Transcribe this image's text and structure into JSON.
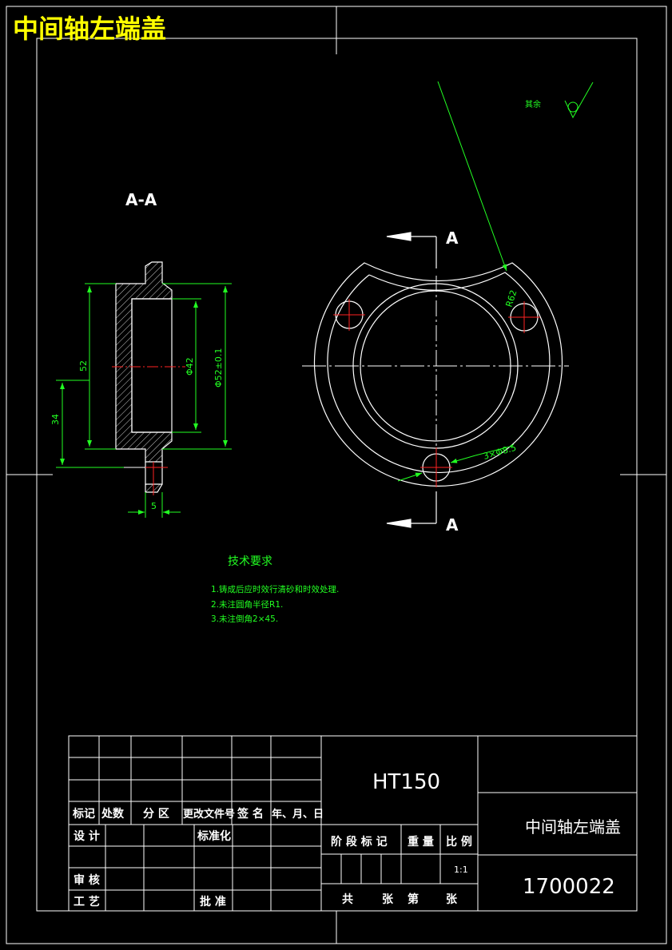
{
  "title": "中间轴左端盖",
  "section_label": "A-A",
  "cut_label_top": "A",
  "cut_label_bottom": "A",
  "surface_note": "其余",
  "dimensions": {
    "d52": "52",
    "d34": "34",
    "phi42": "Φ42",
    "phi52": "Φ52±0.1",
    "w5": "5",
    "r62": "R62",
    "holes": "3×Φ8.5"
  },
  "tech": {
    "heading": "技术要求",
    "lines": [
      "1.铸成后应时效行清砂和时效处理.",
      "2.未注圆角半径R1.",
      "3.未注倒角2×45."
    ]
  },
  "title_block": {
    "material": "HT150",
    "part_name": "中间轴左端盖",
    "drawing_no": "1700022",
    "scale": "1:1",
    "headers": [
      "标记",
      "处数",
      "分 区",
      "更改文件号",
      "签 名",
      "年、月、日"
    ],
    "design": "设 计",
    "standard": "标准化",
    "review": "审 核",
    "process": "工 艺",
    "approve": "批 准",
    "stage_mark": "阶 段 标 记",
    "weight": "重 量",
    "scale_label": "比 例",
    "total": "共",
    "sheets": "张",
    "sheet_no": "第",
    "sheets2": "张"
  },
  "colors": {
    "background": "#000000",
    "outline": "#ffffff",
    "dimension": "#22ff22",
    "centerline": "#ff2222",
    "title": "#ffff00"
  }
}
